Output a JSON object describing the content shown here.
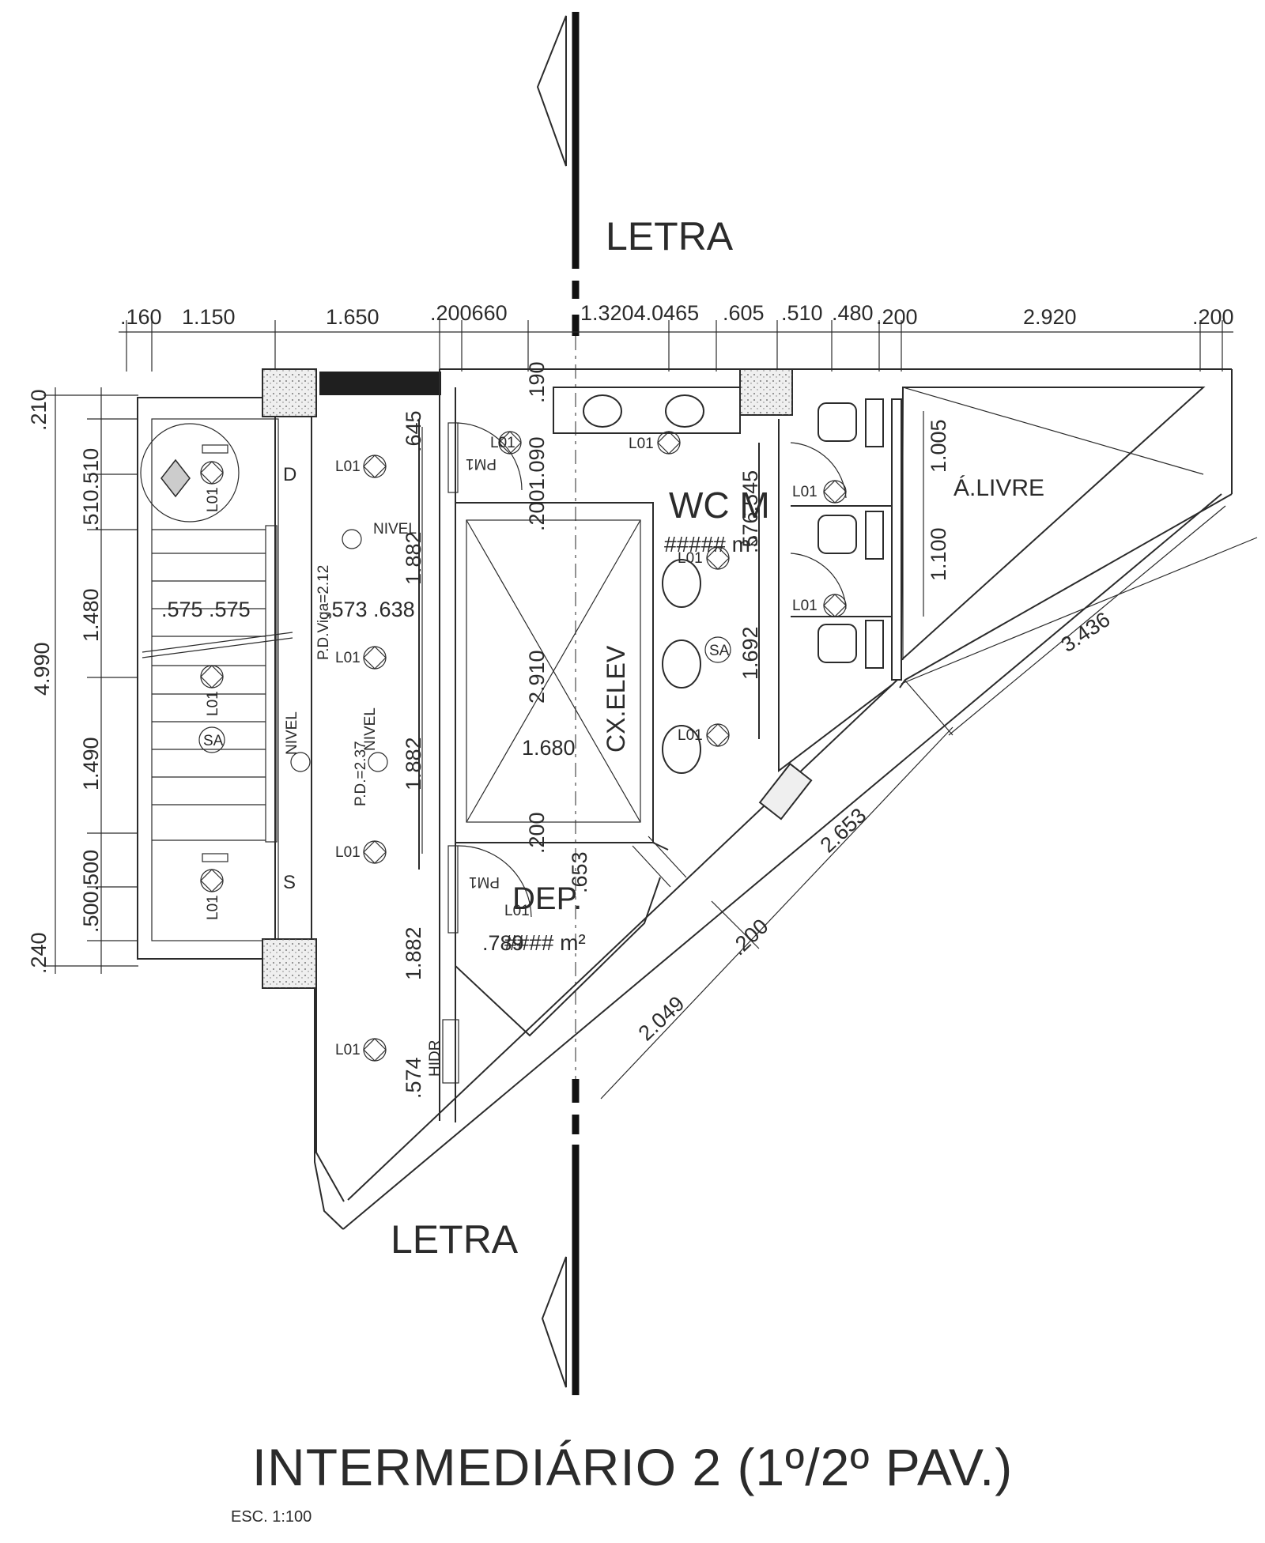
{
  "section_marks": {
    "top": "LETRA",
    "bottom": "LETRA"
  },
  "dims_top": [
    ".160",
    "1.150",
    "1.650",
    ".200660",
    "1.3204.0465",
    ".605",
    ".510",
    ".480",
    ".200",
    "2.920",
    ".200"
  ],
  "dims_left": {
    "total": "4.990",
    "a": ".210",
    "b": ".510.510",
    "c": "1.480",
    "d": "1.490",
    "e": ".500.500",
    "f": ".240"
  },
  "dims_inner": {
    "stair_575": ".575 .575",
    "d573": ".573 .638",
    "d645": ".645",
    "d1882a": "1.882",
    "d1882b": "1.882",
    "d1882c": "1.882",
    "d574": ".574",
    "d190": ".190",
    "d1090": "1.090",
    "d200a": ".200",
    "d200b": ".200",
    "d2910": "2.910",
    "d1680": "1.680",
    "d576": ".576.545",
    "d1692": "1.692",
    "d1005": "1.005",
    "d1100": "1.100",
    "d3436": "3.436",
    "d2653": "2.653",
    "d200c": ".200",
    "d2049": "2.049",
    "d653": ".653",
    "d789": ".789"
  },
  "rooms": {
    "wc": {
      "name": "WC M",
      "area": "##### m²"
    },
    "dep": {
      "name": "DEP.",
      "area": "#### m²"
    },
    "elev": "CX.ELEV",
    "livre": "Á.LIVRE"
  },
  "tags": {
    "lamp": "L01",
    "door": "PM1",
    "sa": "SA",
    "nivel": "NIVEL",
    "pd_viga": "P.D.Viga=2.12",
    "pd": "P.D.=2.37",
    "hidr": "HIDR",
    "d": "D",
    "s": "S"
  },
  "title": "INTERMEDIÁRIO 2 (1º/2º PAV.)",
  "scale": "ESC. 1:100"
}
